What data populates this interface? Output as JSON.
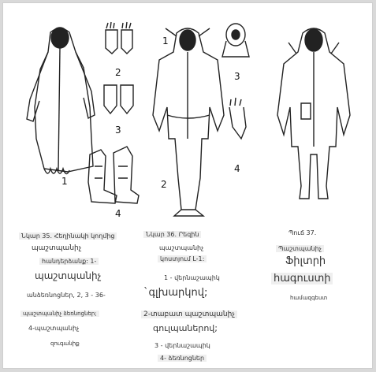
{
  "figure": {
    "numbers": [
      "1",
      "2",
      "3",
      "4",
      "1",
      "2",
      "3",
      "4"
    ]
  },
  "captions": {
    "left": {
      "l1": "Նկար 35. Հեղինակի կողմից",
      "l2": "պաշտպանիչ",
      "l3": "հանդերձանք: 1-",
      "l4": "պաշտպանիչ",
      "l5": "անձեռնոցներ, 2, 3 - 36-",
      "l6": "պաշտպանիչ ձեռնոցներ;",
      "l7": "4-պաշտպանիչ",
      "l8": "զուգանիք"
    },
    "middle": {
      "l1": "Նկար 36. Րեզին",
      "l2": "պաշտպանիչ",
      "l3": "կոստյում L-1:",
      "l4": "1 - վերնաշապիկ",
      "l5": "`գլխարկով;",
      "l6": "2-տաբատ պաշտպանիչ",
      "l7": "գուլպաներով;",
      "l8": "3 - վերնաշապիկ",
      "l9": "4- ձեռնոցներ"
    },
    "right": {
      "l1": "Պուճ 37.",
      "l2": "Պաշտպանիչ",
      "l3": "Ֆիլտրի",
      "l4": "հագուստի",
      "l5": "համազգեստ"
    }
  }
}
